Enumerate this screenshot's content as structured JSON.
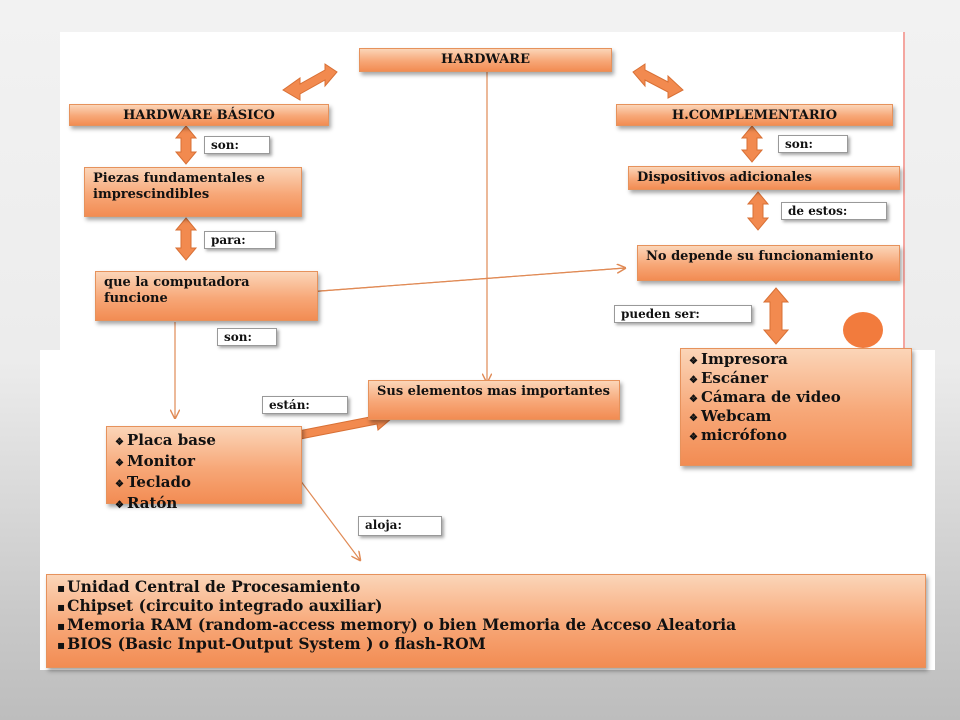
{
  "root": "HARDWARE",
  "left": {
    "title": "HARDWARE BÁSICO",
    "label_son": "son:",
    "piezas": "Piezas fundamentales e imprescindibles",
    "label_para": "para:",
    "computadora": "que la computadora funcione",
    "label_son2": "son:",
    "items": [
      "Placa base",
      "Monitor",
      "Teclado",
      "Ratón"
    ]
  },
  "right": {
    "title": "H.COMPLEMENTARIO",
    "label_son": "son:",
    "dispositivos": "Dispositivos adicionales",
    "label_de_estos": "de estos:",
    "no_depende": "No depende su funcionamiento",
    "label_pueden": "pueden ser:",
    "items": [
      "Impresora",
      "Escáner",
      "Cámara de video",
      "Webcam",
      "micrófono"
    ]
  },
  "center": {
    "elementos": "Sus elementos mas importantes",
    "label_estan": "están:",
    "label_aloja": "aloja:"
  },
  "bottom": {
    "items": [
      "Unidad Central de Procesamiento",
      "Chipset (circuito integrado auxiliar)",
      "Memoria RAM (random-access memory) o bien Memoria de Acceso Aleatoria",
      "BIOS (Basic Input-Output System ) o flash-ROM"
    ]
  },
  "colors": {
    "box": "#f7a777",
    "accent_circle": "#f27b3d",
    "border_line": "#f4a6a0"
  }
}
